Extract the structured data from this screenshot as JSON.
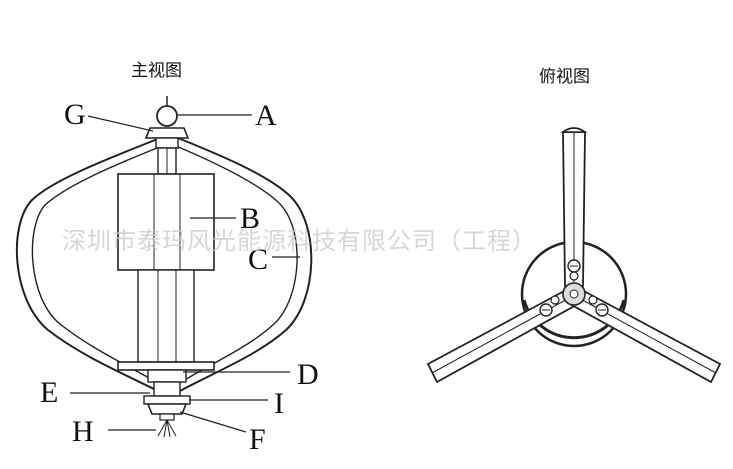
{
  "front_view": {
    "title": "主视图",
    "labels": {
      "A": "A",
      "B": "B",
      "C": "C",
      "D": "D",
      "E": "E",
      "F": "F",
      "G": "G",
      "H": "H",
      "I": "I"
    }
  },
  "top_view": {
    "title": "俯视图"
  },
  "watermark": "深圳市泰玛风光能源科技有限公司（工程）",
  "colors": {
    "line": "#222222",
    "background": "#ffffff",
    "hub_fill": "#dcdcdc",
    "watermark": "#c8c8c8"
  }
}
